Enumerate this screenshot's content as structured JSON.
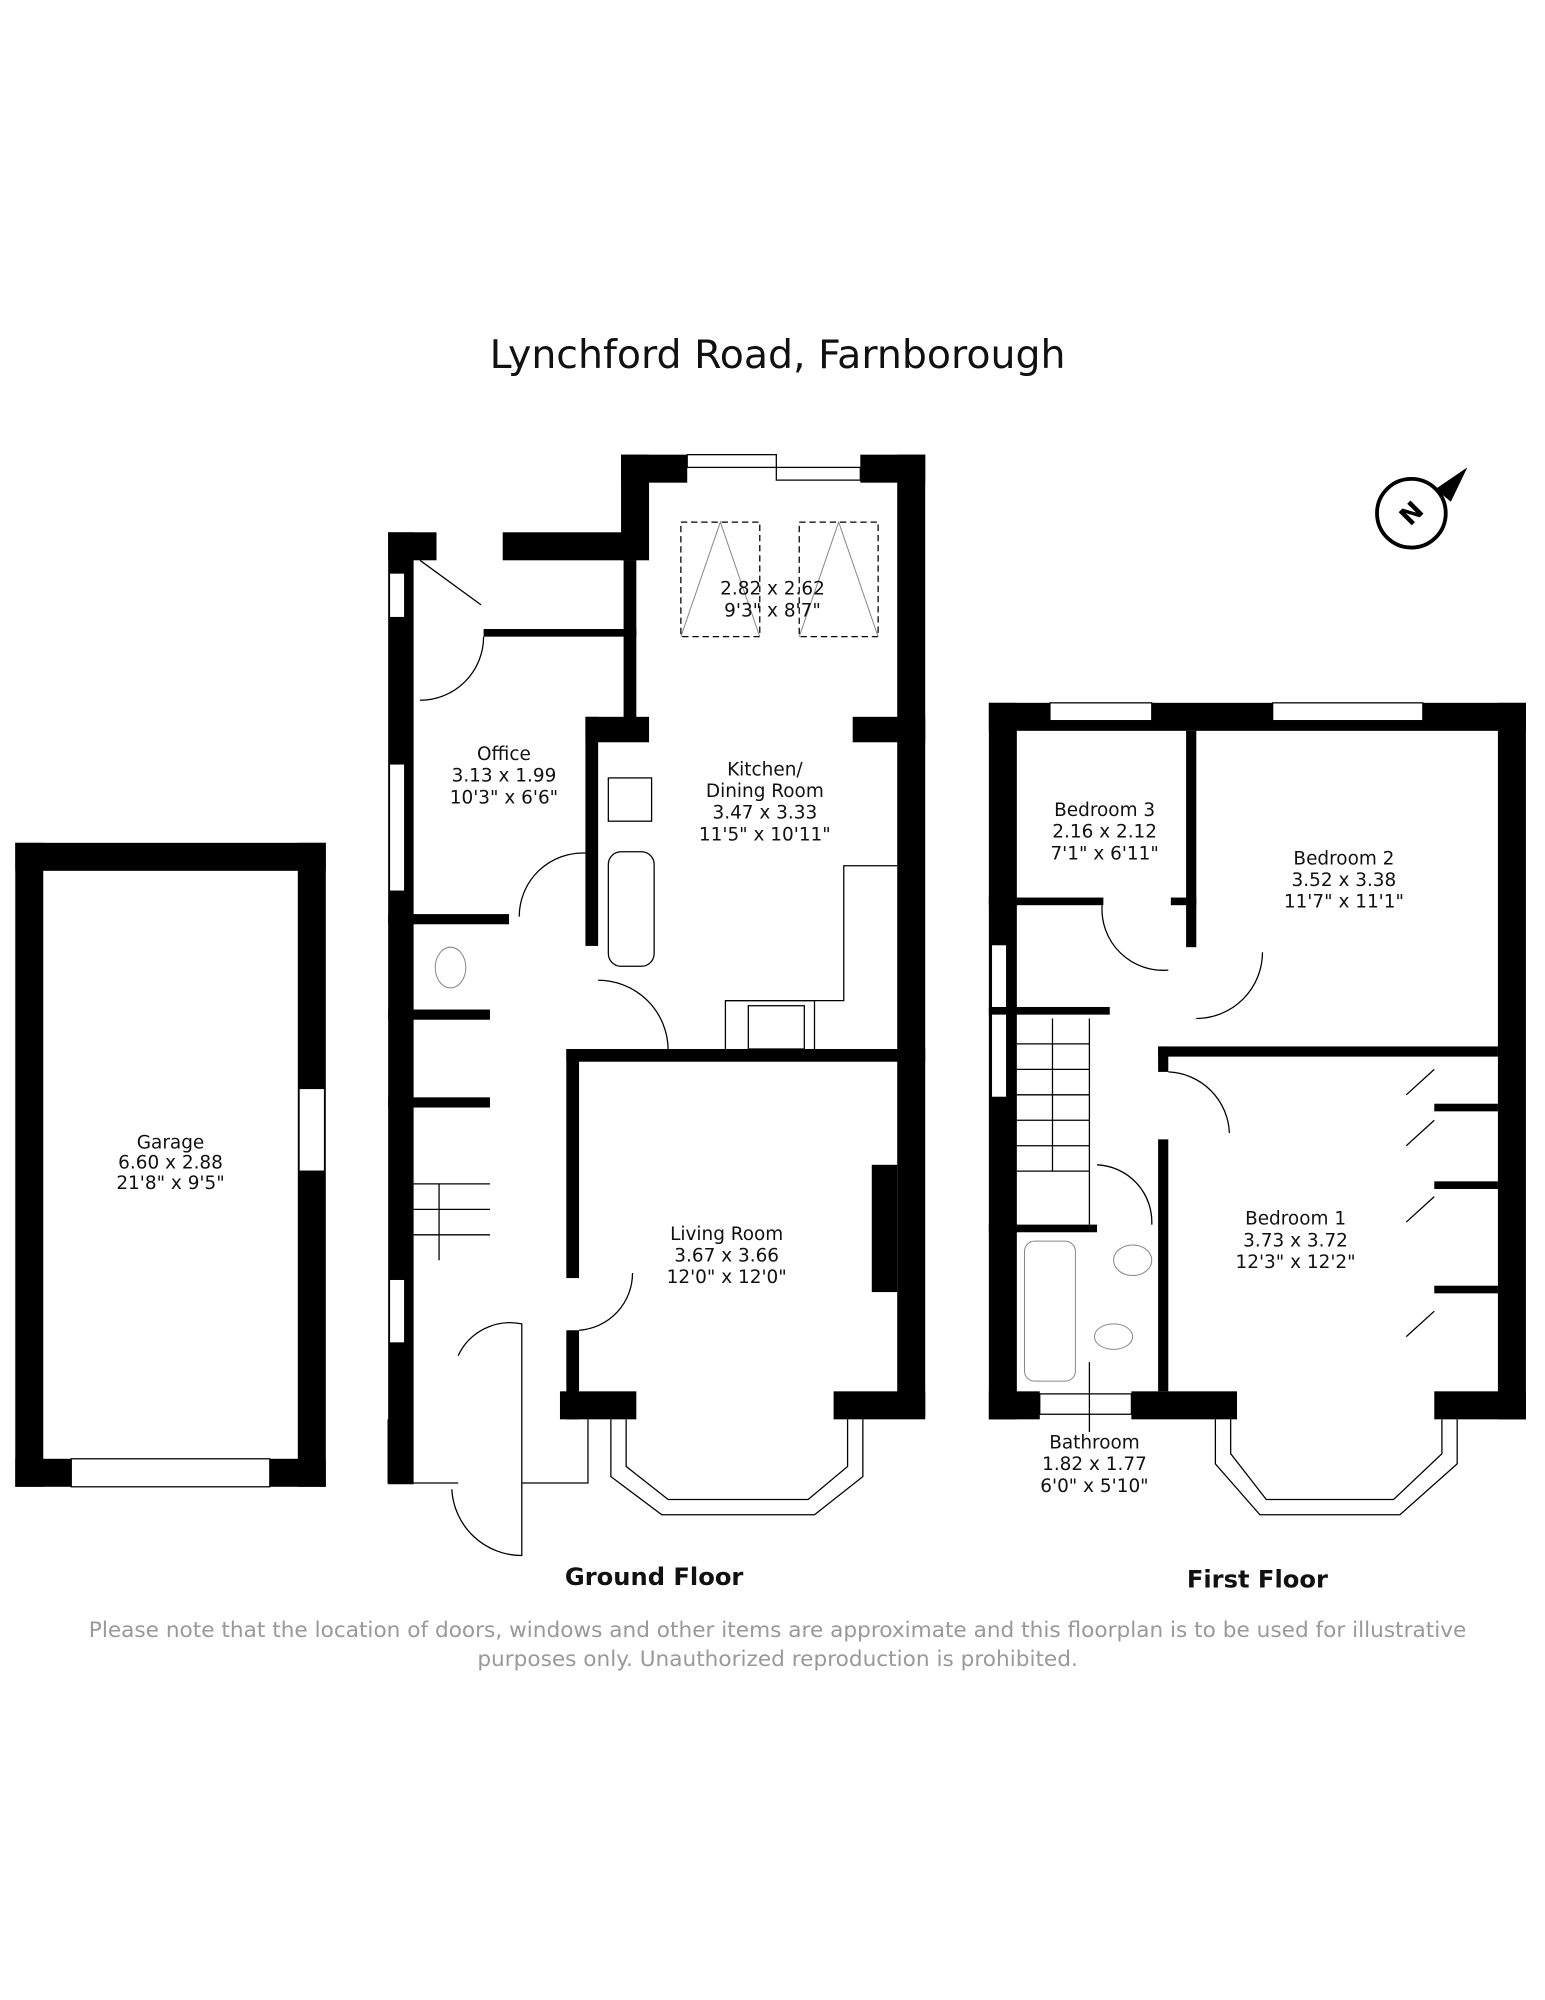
{
  "title": "Lynchford Road, Farnborough",
  "compass": {
    "label": "N",
    "icon": "north-compass-icon"
  },
  "floors": [
    {
      "name": "Ground Floor"
    },
    {
      "name": "First Floor"
    }
  ],
  "rooms": {
    "garage": {
      "name": "Garage",
      "metric": "6.60 x 2.88",
      "imperial": "21'8\" x 9'5\""
    },
    "conservatory": {
      "metric": "2.82 x 2.62",
      "imperial": "9'3\" x 8'7\""
    },
    "office": {
      "name": "Office",
      "metric": "3.13 x 1.99",
      "imperial": "10'3\" x 6'6\""
    },
    "kitchen": {
      "name1": "Kitchen/",
      "name2": "Dining Room",
      "metric": "3.47 x 3.33",
      "imperial": "11'5\" x 10'11\""
    },
    "living": {
      "name": "Living Room",
      "metric": "3.67 x 3.66",
      "imperial": "12'0\" x 12'0\""
    },
    "bedroom3": {
      "name": "Bedroom 3",
      "metric": "2.16 x 2.12",
      "imperial": "7'1\" x 6'11\""
    },
    "bedroom2": {
      "name": "Bedroom 2",
      "metric": "3.52 x 3.38",
      "imperial": "11'7\" x 11'1\""
    },
    "bedroom1": {
      "name": "Bedroom 1",
      "metric": "3.73 x 3.72",
      "imperial": "12'3\" x 12'2\""
    },
    "bathroom": {
      "name": "Bathroom",
      "metric": "1.82 x 1.77",
      "imperial": "6'0\" x 5'10\""
    }
  },
  "disclaimer": {
    "line1": "Please note that the location of doors, windows and other items are approximate and this floorplan is to be used for illustrative",
    "line2": "purposes only. Unauthorized reproduction is prohibited."
  }
}
